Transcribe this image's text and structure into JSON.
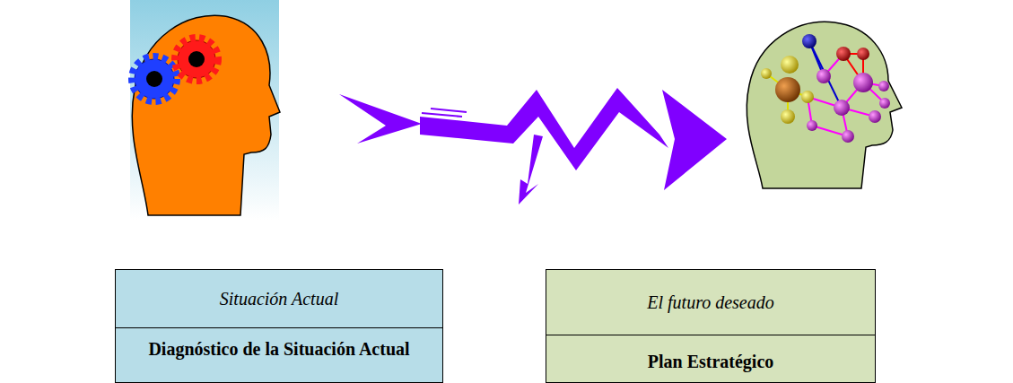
{
  "diagram": {
    "nodes": [
      {
        "text": [
          "Situación Actual",
          "Diagnóstico de la Situación Actual"
        ]
      },
      {
        "text": [
          "El futuro deseado",
          "Plan Estratégico"
        ]
      }
    ]
  }
}
